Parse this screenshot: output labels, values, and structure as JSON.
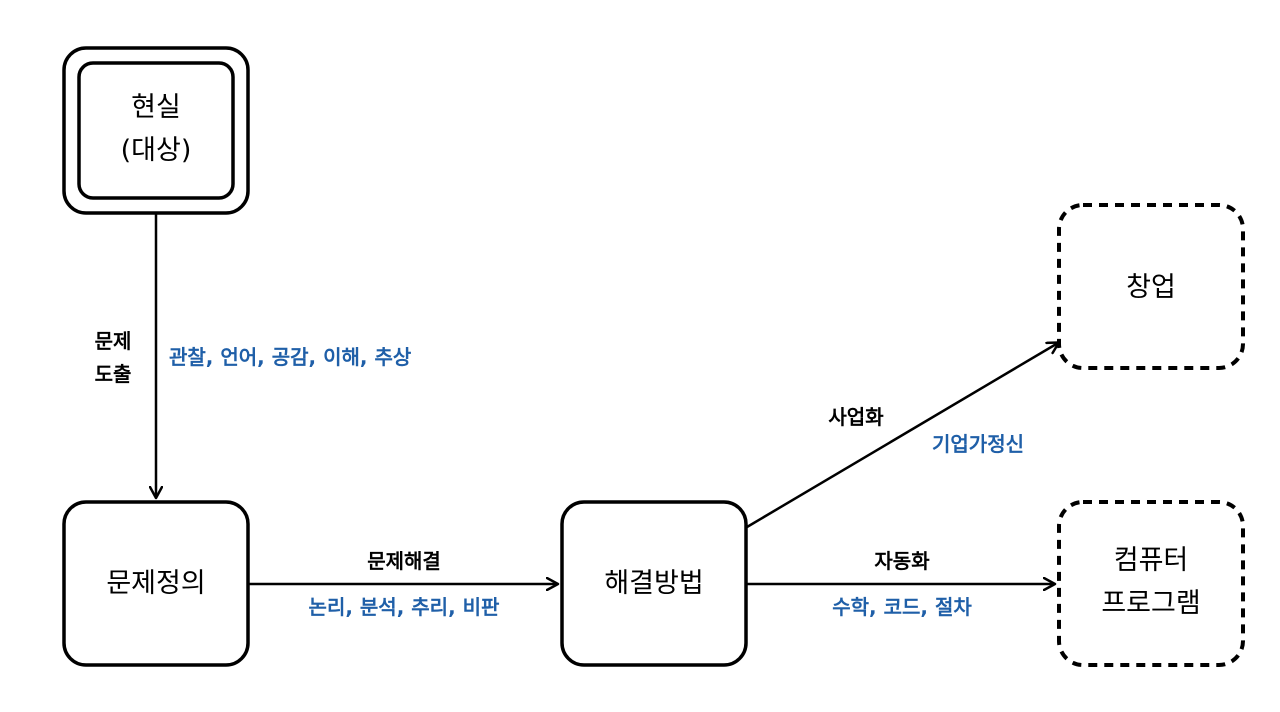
{
  "colors": {
    "stroke": "#000000",
    "accent_text": "#1f5fa8",
    "label_text": "#000000"
  },
  "nodes": {
    "reality": {
      "line1": "현실",
      "line2": "(대상)"
    },
    "problem_definition": {
      "label": "문제정의"
    },
    "solution_method": {
      "label": "해결방법"
    },
    "startup": {
      "label": "창업"
    },
    "computer_program": {
      "line1": "컴퓨터",
      "line2": "프로그램"
    }
  },
  "edges": {
    "problem_derivation": {
      "line1": "문제",
      "line2": "도출",
      "skills": "관찰, 언어, 공감, 이해, 추상"
    },
    "problem_solving": {
      "label": "문제해결",
      "skills": "논리, 분석, 추리, 비판"
    },
    "commercialization": {
      "label": "사업화",
      "skills": "기업가정신"
    },
    "automation": {
      "label": "자동화",
      "skills": "수학, 코드, 절차"
    }
  }
}
